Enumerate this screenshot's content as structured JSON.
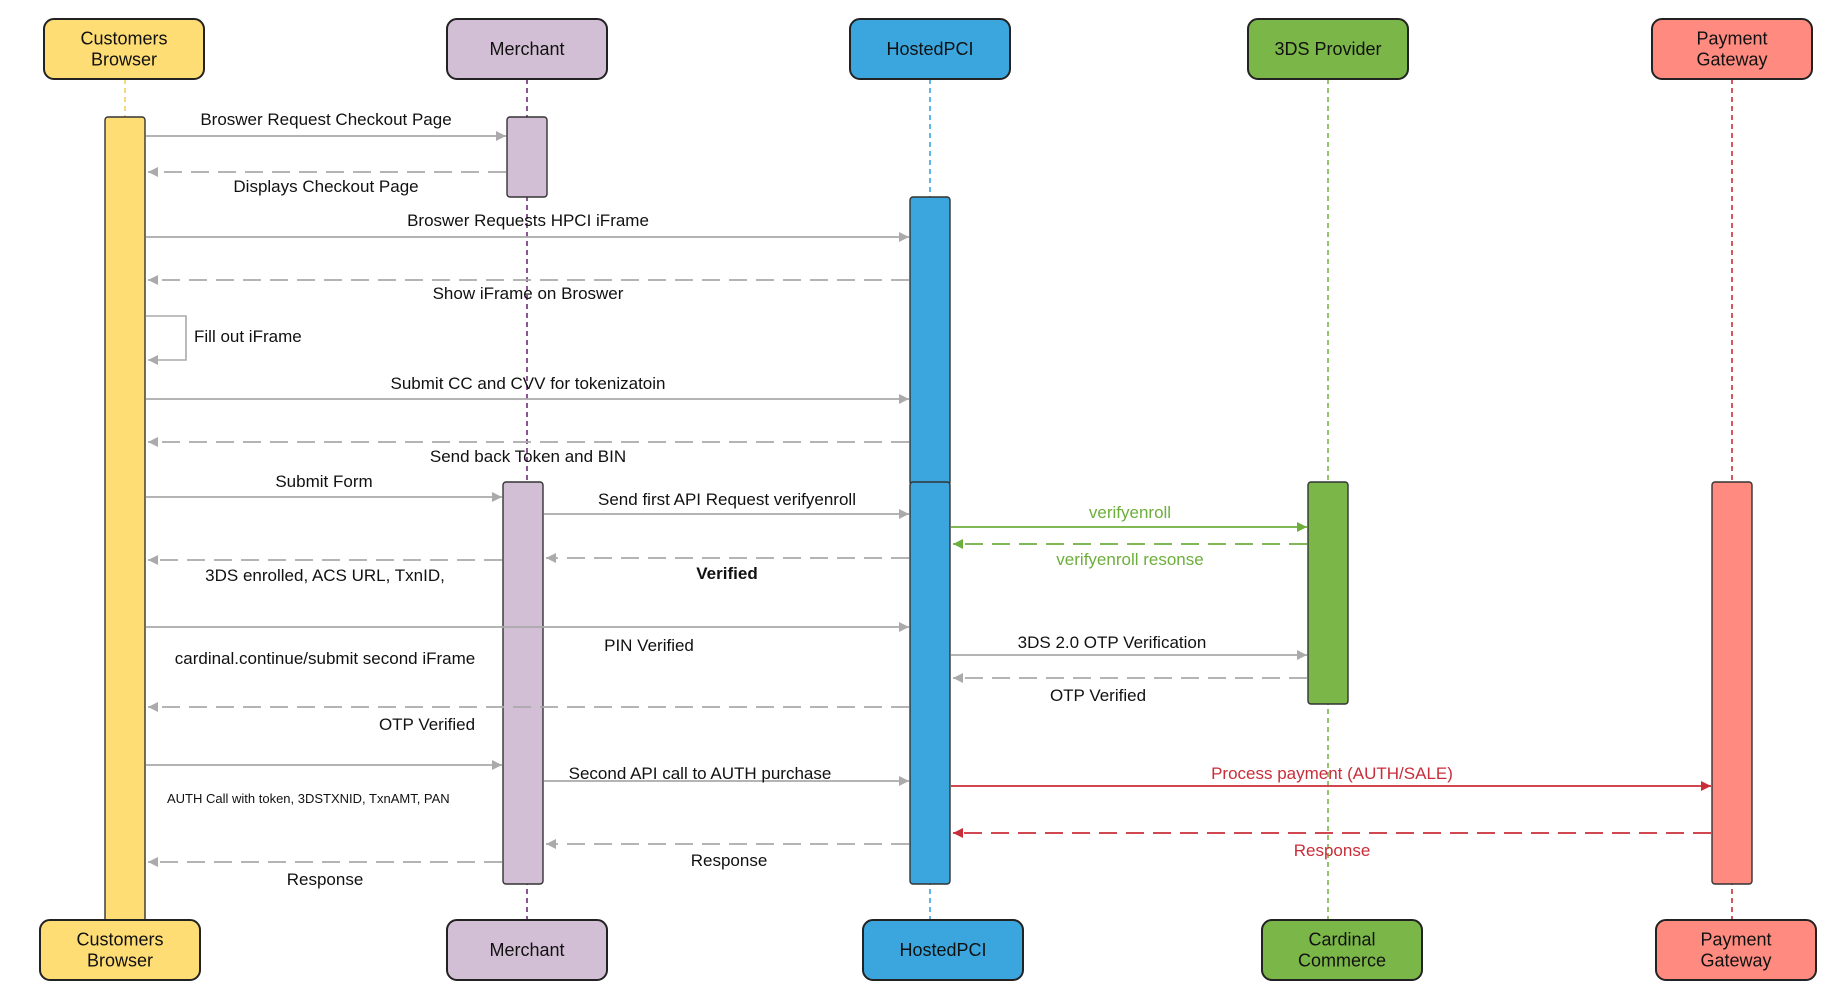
{
  "participants": [
    {
      "id": "customers-browser",
      "top_lines": [
        "Customers",
        "Browser"
      ],
      "bottom_lines": [
        "Customers",
        "Browser"
      ],
      "color": "#FFDD75",
      "lifeline_color": "#F2CF5B"
    },
    {
      "id": "merchant",
      "top_lines": [
        "Merchant"
      ],
      "bottom_lines": [
        "Merchant"
      ],
      "color": "#D3BFD5",
      "lifeline_color": "#6E2C77"
    },
    {
      "id": "hostedpci",
      "top_lines": [
        "HostedPCI"
      ],
      "bottom_lines": [
        "HostedPCI"
      ],
      "color": "#3AA6DD",
      "lifeline_color": "#3AA6DD"
    },
    {
      "id": "3ds-provider",
      "top_lines": [
        "3DS Provider"
      ],
      "bottom_lines": [
        "Cardinal",
        "Commerce"
      ],
      "color": "#7AB648",
      "lifeline_color": "#7AB648"
    },
    {
      "id": "payment-gateway",
      "top_lines": [
        "Payment",
        "Gateway"
      ],
      "bottom_lines": [
        "Payment",
        "Gateway"
      ],
      "color": "#FF8B80",
      "lifeline_color": "#C92D39"
    }
  ],
  "messages": [
    {
      "id": "m1",
      "label": "Broswer Request Checkout Page"
    },
    {
      "id": "m2",
      "label": "Displays Checkout Page"
    },
    {
      "id": "m3",
      "label": "Broswer Requests HPCI iFrame"
    },
    {
      "id": "m4",
      "label": "Show iFrame on Broswer"
    },
    {
      "id": "m5",
      "label": "Fill out iFrame"
    },
    {
      "id": "m6",
      "label": "Submit CC and CVV for tokenizatoin"
    },
    {
      "id": "m7",
      "label": "Send back Token and BIN"
    },
    {
      "id": "m8",
      "label": "Submit Form"
    },
    {
      "id": "m9",
      "label": "Send first API Request verifyenroll"
    },
    {
      "id": "m10",
      "label": "verifyenroll"
    },
    {
      "id": "m11",
      "label": "verifyenroll resonse"
    },
    {
      "id": "m12",
      "label": "Verified"
    },
    {
      "id": "m13",
      "label": "3DS enrolled, ACS URL, TxnID,"
    },
    {
      "id": "m14",
      "label": "PIN Verified"
    },
    {
      "id": "m15",
      "label": "cardinal.continue/submit second iFrame"
    },
    {
      "id": "m16",
      "label": "3DS 2.0 OTP Verification"
    },
    {
      "id": "m17",
      "label": "OTP Verified"
    },
    {
      "id": "m18",
      "label": "OTP Verified"
    },
    {
      "id": "m19",
      "label": "AUTH Call with token, 3DSTXNID, TxnAMT, PAN"
    },
    {
      "id": "m20",
      "label": "Second API call to AUTH purchase"
    },
    {
      "id": "m21",
      "label": "Process payment (AUTH/SALE)"
    },
    {
      "id": "m22",
      "label": "Response"
    },
    {
      "id": "m23",
      "label": "Response"
    },
    {
      "id": "m24",
      "label": "Response"
    }
  ],
  "colors": {
    "arrow_gray": "#AAAAAA",
    "arrow_green": "#6DAE3C",
    "arrow_red": "#C92D39",
    "text_green": "#6DAE3C",
    "text_red": "#C92D39"
  }
}
